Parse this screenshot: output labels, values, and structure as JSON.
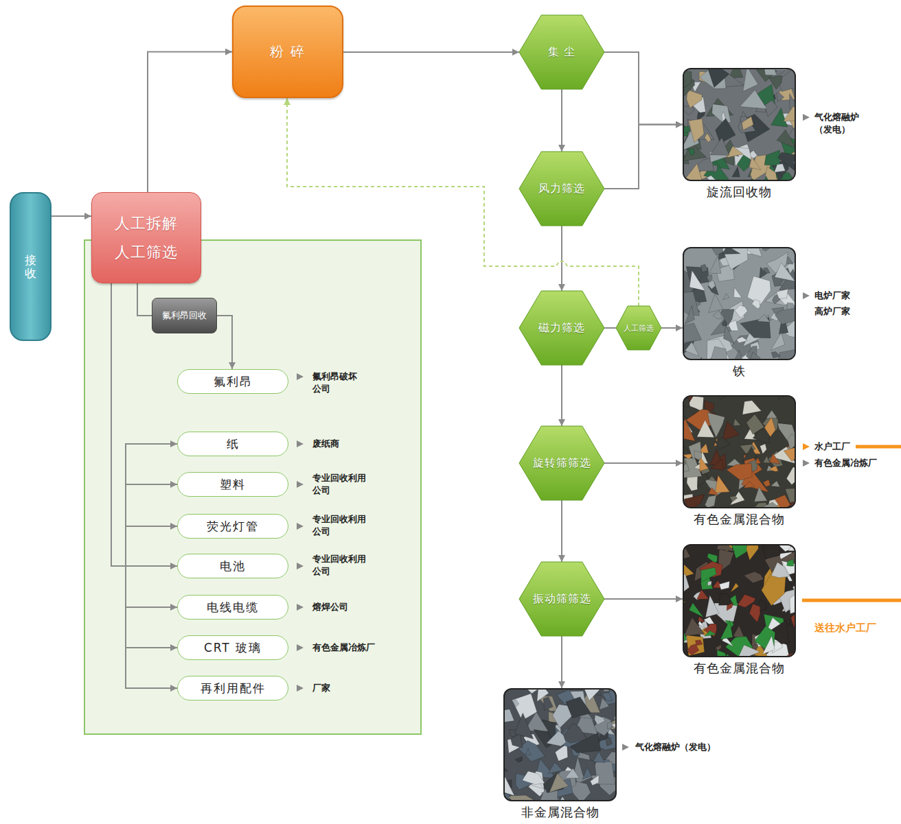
{
  "diagram": {
    "nodes": [
      {
        "text": [
          "接收"
        ]
      },
      {
        "text": [
          "人工拆解",
          "人工筛选"
        ]
      },
      {
        "text": [
          "粉 碎"
        ]
      },
      {
        "text": [
          "集 尘"
        ]
      },
      {
        "text": [
          "风力筛选"
        ]
      },
      {
        "text": [
          "磁力筛选"
        ]
      },
      {
        "text": [
          "人工筛选"
        ]
      },
      {
        "text": [
          "旋转筛筛选"
        ]
      },
      {
        "text": [
          "振动筛筛选"
        ]
      },
      {
        "text": [
          "氟利昂回收"
        ]
      },
      {
        "text": [
          "氟利昂"
        ]
      },
      {
        "text": [
          "纸"
        ]
      },
      {
        "text": [
          "塑料"
        ]
      },
      {
        "text": [
          "荧光灯管"
        ]
      },
      {
        "text": [
          "电池"
        ]
      },
      {
        "text": [
          "电线电缆"
        ]
      },
      {
        "text": [
          "CRT 玻璃"
        ]
      },
      {
        "text": [
          "再利用配件"
        ]
      },
      {
        "text": [
          "旋流回收物"
        ]
      },
      {
        "text": [
          "铁"
        ]
      },
      {
        "text": [
          "有色金属混合物"
        ]
      },
      {
        "text": [
          "有色金属混合物"
        ]
      },
      {
        "text": [
          "非金属混合物"
        ]
      }
    ],
    "edges": [
      {
        "from": 0,
        "to": 1,
        "arrow": "to"
      },
      {
        "from": 1,
        "to": 2,
        "arrow": "to"
      },
      {
        "from": 2,
        "to": 3,
        "arrow": "to"
      },
      {
        "from": 3,
        "to": 4,
        "arrow": "to"
      },
      {
        "from": 3,
        "to": 18,
        "arrow": "to"
      },
      {
        "from": 4,
        "to": 18,
        "arrow": "to"
      },
      {
        "from": 4,
        "to": 5,
        "arrow": "to"
      },
      {
        "from": 5,
        "to": 6,
        "arrow": "none"
      },
      {
        "from": 6,
        "to": 19,
        "arrow": "to"
      },
      {
        "from": 6,
        "to": 2,
        "arrow": "to"
      },
      {
        "from": 5,
        "to": 7,
        "arrow": "to"
      },
      {
        "from": 7,
        "to": 20,
        "arrow": "to"
      },
      {
        "from": 7,
        "to": 8,
        "arrow": "to"
      },
      {
        "from": 8,
        "to": 21,
        "arrow": "to"
      },
      {
        "from": 8,
        "to": 22,
        "arrow": "to"
      },
      {
        "from": 1,
        "to": 9,
        "arrow": "none"
      },
      {
        "from": 9,
        "to": 10,
        "arrow": "to"
      },
      {
        "from": 1,
        "to": 11,
        "arrow": "to"
      },
      {
        "from": 1,
        "to": 12,
        "arrow": "to"
      },
      {
        "from": 1,
        "to": 13,
        "arrow": "to"
      },
      {
        "from": 1,
        "to": 14,
        "arrow": "to"
      },
      {
        "from": 1,
        "to": 15,
        "arrow": "to"
      },
      {
        "from": 1,
        "to": 16,
        "arrow": "to"
      },
      {
        "from": 1,
        "to": 17,
        "arrow": "to"
      }
    ],
    "labels": [
      "氟利昂破坏 公司",
      "废纸商",
      "专业回收利用 公司",
      "专业回收利用 公司",
      "专业回收利用 公司",
      "熔焊公司",
      "有色金属冶炼厂",
      "厂家",
      "气化熔融炉 （发电）",
      "电炉厂家",
      "高炉厂家",
      "水户工厂",
      "有色金属冶炼厂",
      "送往水户工厂",
      "气化熔融炉（发电）"
    ]
  }
}
